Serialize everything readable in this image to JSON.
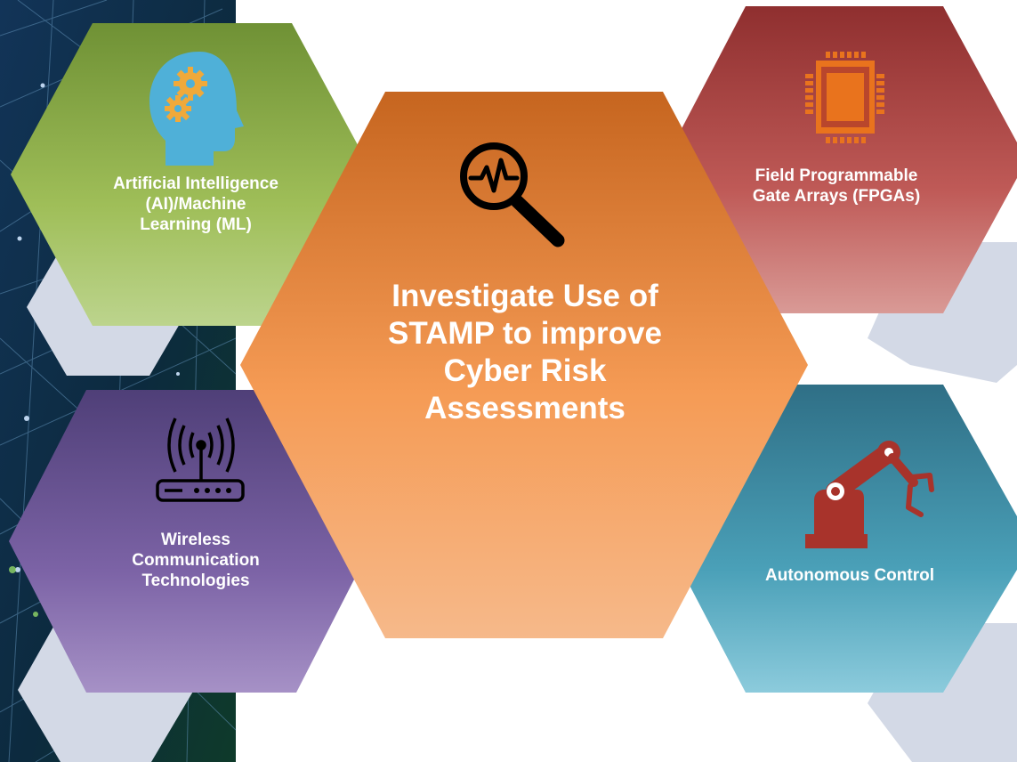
{
  "center": {
    "icon": "magnifier-waveform-icon",
    "lines": [
      "Investigate Use of",
      "STAMP to improve",
      "Cyber Risk",
      "Assessments"
    ],
    "gradient": [
      "#c6651f",
      "#f59b55",
      "#f6b98a"
    ]
  },
  "ai_ml": {
    "icon": "head-gears-icon",
    "lines": [
      "Artificial Intelligence",
      "(AI)/Machine",
      "Learning (ML)"
    ],
    "gradient": [
      "#6f9135",
      "#9fbe58",
      "#bcd48d"
    ]
  },
  "fpga": {
    "icon": "chip-icon",
    "lines": [
      "Field Programmable",
      "Gate Arrays (FPGAs)"
    ],
    "gradient": [
      "#8f2f2f",
      "#bf5a57",
      "#d99a96"
    ]
  },
  "wireless": {
    "icon": "router-signal-icon",
    "lines": [
      "Wireless",
      "Communication",
      "Technologies"
    ],
    "gradient": [
      "#4f3f78",
      "#7c63a6",
      "#a691c6"
    ]
  },
  "autonomous": {
    "icon": "robot-arm-icon",
    "lines": [
      "Autonomous Control"
    ],
    "gradient": [
      "#2f6f86",
      "#4aa0b8",
      "#8ccbdc"
    ]
  },
  "colors": {
    "shadow_hex": "#d3d9e6",
    "background_dark": "#0f2b44",
    "icon_blue": "#4fb0d8",
    "icon_orange": "#e9731d",
    "icon_red": "#a8332b"
  }
}
